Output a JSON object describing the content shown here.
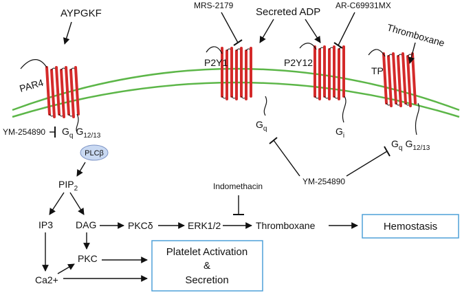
{
  "ligands": {
    "aypgkf": "AYPGKF",
    "secreted_adp": "Secreted ADP",
    "thromboxane_top": "Thromboxane"
  },
  "inhibitors": {
    "mrs": "MRS-2179",
    "ar": "AR-C69931MX",
    "ym_left": "YM-254890",
    "ym_bottom": "YM-254890",
    "indomethacin": "Indomethacin"
  },
  "receptors": {
    "par4": "PAR4",
    "p2y1": "P2Y1",
    "p2y12": "P2Y12",
    "tp": "TP"
  },
  "g_proteins": {
    "g": "G",
    "q": "q",
    "i": "i",
    "g1213": "12/13"
  },
  "pathway": {
    "plcb": "PLCβ",
    "pip": "PIP",
    "pip_sub": "2",
    "ip3": "IP3",
    "dag": "DAG",
    "pkcd": "PKCδ",
    "erk": "ERK1/2",
    "thromboxane": "Thromboxane",
    "pkc": "PKC",
    "ca": "Ca2+"
  },
  "outcomes": {
    "hemostasis": "Hemostasis",
    "activation_line1": "Platelet Activation",
    "activation_line2": "&",
    "activation_line3": "Secretion"
  },
  "colors": {
    "membrane": "#5cb648",
    "helix": "#d42a2a",
    "box_border": "#4ea0d8",
    "plc_fill": "#c9d9f2",
    "plc_border": "#7b92c4"
  }
}
